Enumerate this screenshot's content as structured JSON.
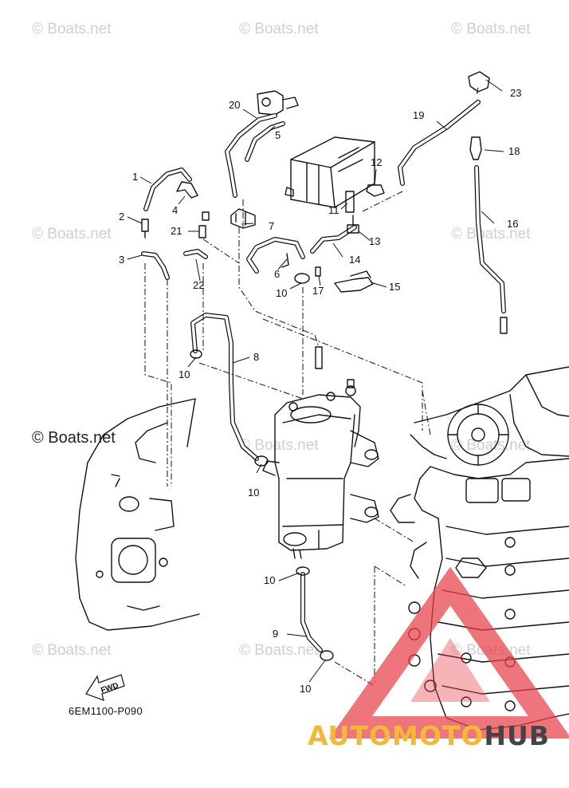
{
  "watermarks": {
    "text": "© Boats.net",
    "prominent_text": "© Boats.net"
  },
  "callouts": [
    "1",
    "2",
    "3",
    "4",
    "5",
    "6",
    "7",
    "8",
    "9",
    "10",
    "10",
    "10",
    "10",
    "10",
    "11",
    "12",
    "13",
    "14",
    "15",
    "16",
    "17",
    "18",
    "19",
    "20",
    "21",
    "22",
    "23"
  ],
  "diagram_code": "6EM1100-P090",
  "fwd_label": "FWD",
  "brand": {
    "part_a": "AUTOMOTO",
    "part_b": "HUB",
    "accent_color": "#f4b73a",
    "dark_color": "#444444",
    "triangle_color": "#e8404a"
  }
}
